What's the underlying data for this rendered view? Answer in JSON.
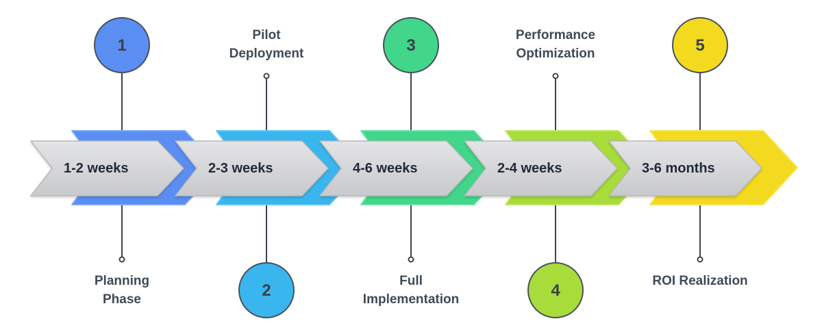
{
  "steps": [
    {
      "number": "1",
      "duration": "1-2 weeks",
      "label": "Planning\nPhase",
      "color": "#5b8ef2",
      "light": "#7fa9f7"
    },
    {
      "number": "2",
      "duration": "2-3 weeks",
      "label": "Pilot\nDeployment",
      "color": "#3ab6ee",
      "light": "#5fc8f4"
    },
    {
      "number": "3",
      "duration": "4-6 weeks",
      "label": "Full\nImplementation",
      "color": "#41d689",
      "light": "#6de3a6"
    },
    {
      "number": "4",
      "duration": "2-4 weeks",
      "label": "Performance\nOptimization",
      "color": "#a8dc3a",
      "light": "#bfe861"
    },
    {
      "number": "5",
      "duration": "3-6 months",
      "label": "ROI Realization",
      "color": "#f3da1e",
      "light": "#f8e552"
    }
  ]
}
